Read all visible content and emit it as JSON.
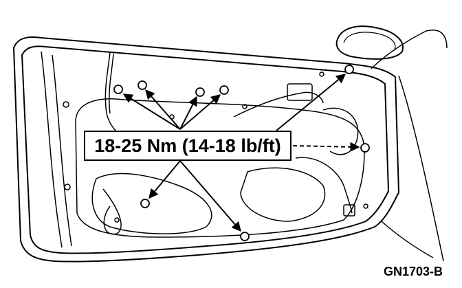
{
  "diagram": {
    "torque_spec": "18-25 Nm (14-18 lb/ft)",
    "figure_id": "GN1703-B",
    "line_color": "#000000",
    "background_color": "#ffffff",
    "fastener_icon": "nut-icon",
    "fastener_count": 8
  }
}
